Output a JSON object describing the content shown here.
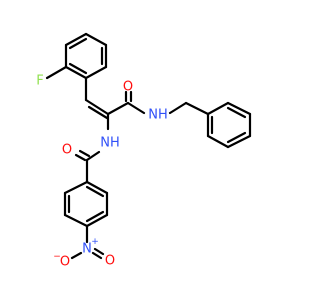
{
  "molecule": {
    "atoms": {
      "fluorine": {
        "symbol": "F",
        "color": "#90E050"
      },
      "carbonyl_o_top": {
        "symbol": "O",
        "color": "#FF0D0D"
      },
      "amide_nh_right": {
        "symbol": "NH",
        "color": "#3050F8"
      },
      "amide_nh_left": {
        "symbol": "NH",
        "color": "#3050F8"
      },
      "carbonyl_o_left": {
        "symbol": "O",
        "color": "#FF0D0D"
      },
      "nitro_n": {
        "symbol": "N",
        "charge": "+",
        "color": "#3050F8"
      },
      "nitro_o_left": {
        "symbol": "O",
        "charge": "−",
        "color": "#FF0D0D"
      },
      "nitro_o_right": {
        "symbol": "O",
        "color": "#FF0D0D"
      }
    },
    "bond_color": "#000000"
  }
}
